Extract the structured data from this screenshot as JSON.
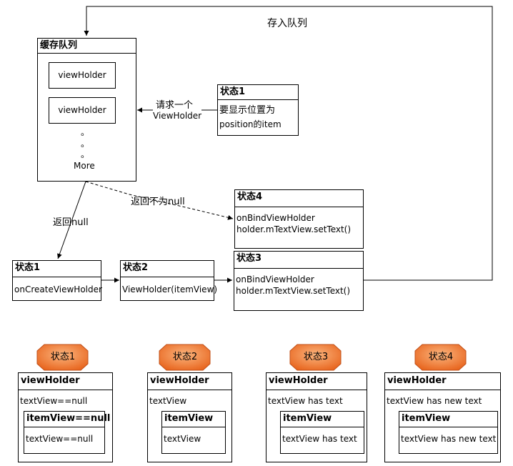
{
  "top_label": "存入队列",
  "cache": {
    "title": "缓存队列",
    "items": [
      "viewHolder",
      "viewHolder"
    ],
    "dots": [
      "。",
      "。",
      "。"
    ],
    "more": "More"
  },
  "request": {
    "line1": "请求一个",
    "line2": "ViewHolder"
  },
  "state1_top": {
    "title": "状态1",
    "line1": "要显示位置为",
    "line2": "position的item"
  },
  "return_not_null": "返回不为null",
  "return_null": "返回null",
  "state4_box": {
    "title": "状态4",
    "line1": "onBindViewHolder",
    "line2": "holder.mTextView.setText()"
  },
  "state3_box": {
    "title": "状态3",
    "line1": "onBindViewHolder",
    "line2": "holder.mTextView.setText()"
  },
  "state1_box": {
    "title": "状态1",
    "line1": "onCreateViewHolder"
  },
  "state2_box": {
    "title": "状态2",
    "line1": "ViewHolder(itemView)"
  },
  "colors": {
    "octagon_fill": "#f5883b",
    "line": "#000000"
  },
  "panels": [
    {
      "tag": "状态1",
      "title": "viewHolder",
      "text": "textView==null",
      "inner_title": "itemView==null",
      "inner_text": "textView==null"
    },
    {
      "tag": "状态2",
      "title": "viewHolder",
      "text": "textView",
      "inner_title": "itemView",
      "inner_text": "textView"
    },
    {
      "tag": "状态3",
      "title": "viewHolder",
      "text": "textView has text",
      "inner_title": "itemView",
      "inner_text": "textView has text"
    },
    {
      "tag": "状态4",
      "title": "viewHolder",
      "text": "textView has new text",
      "inner_title": "itemView",
      "inner_text": "textView has new text"
    }
  ]
}
